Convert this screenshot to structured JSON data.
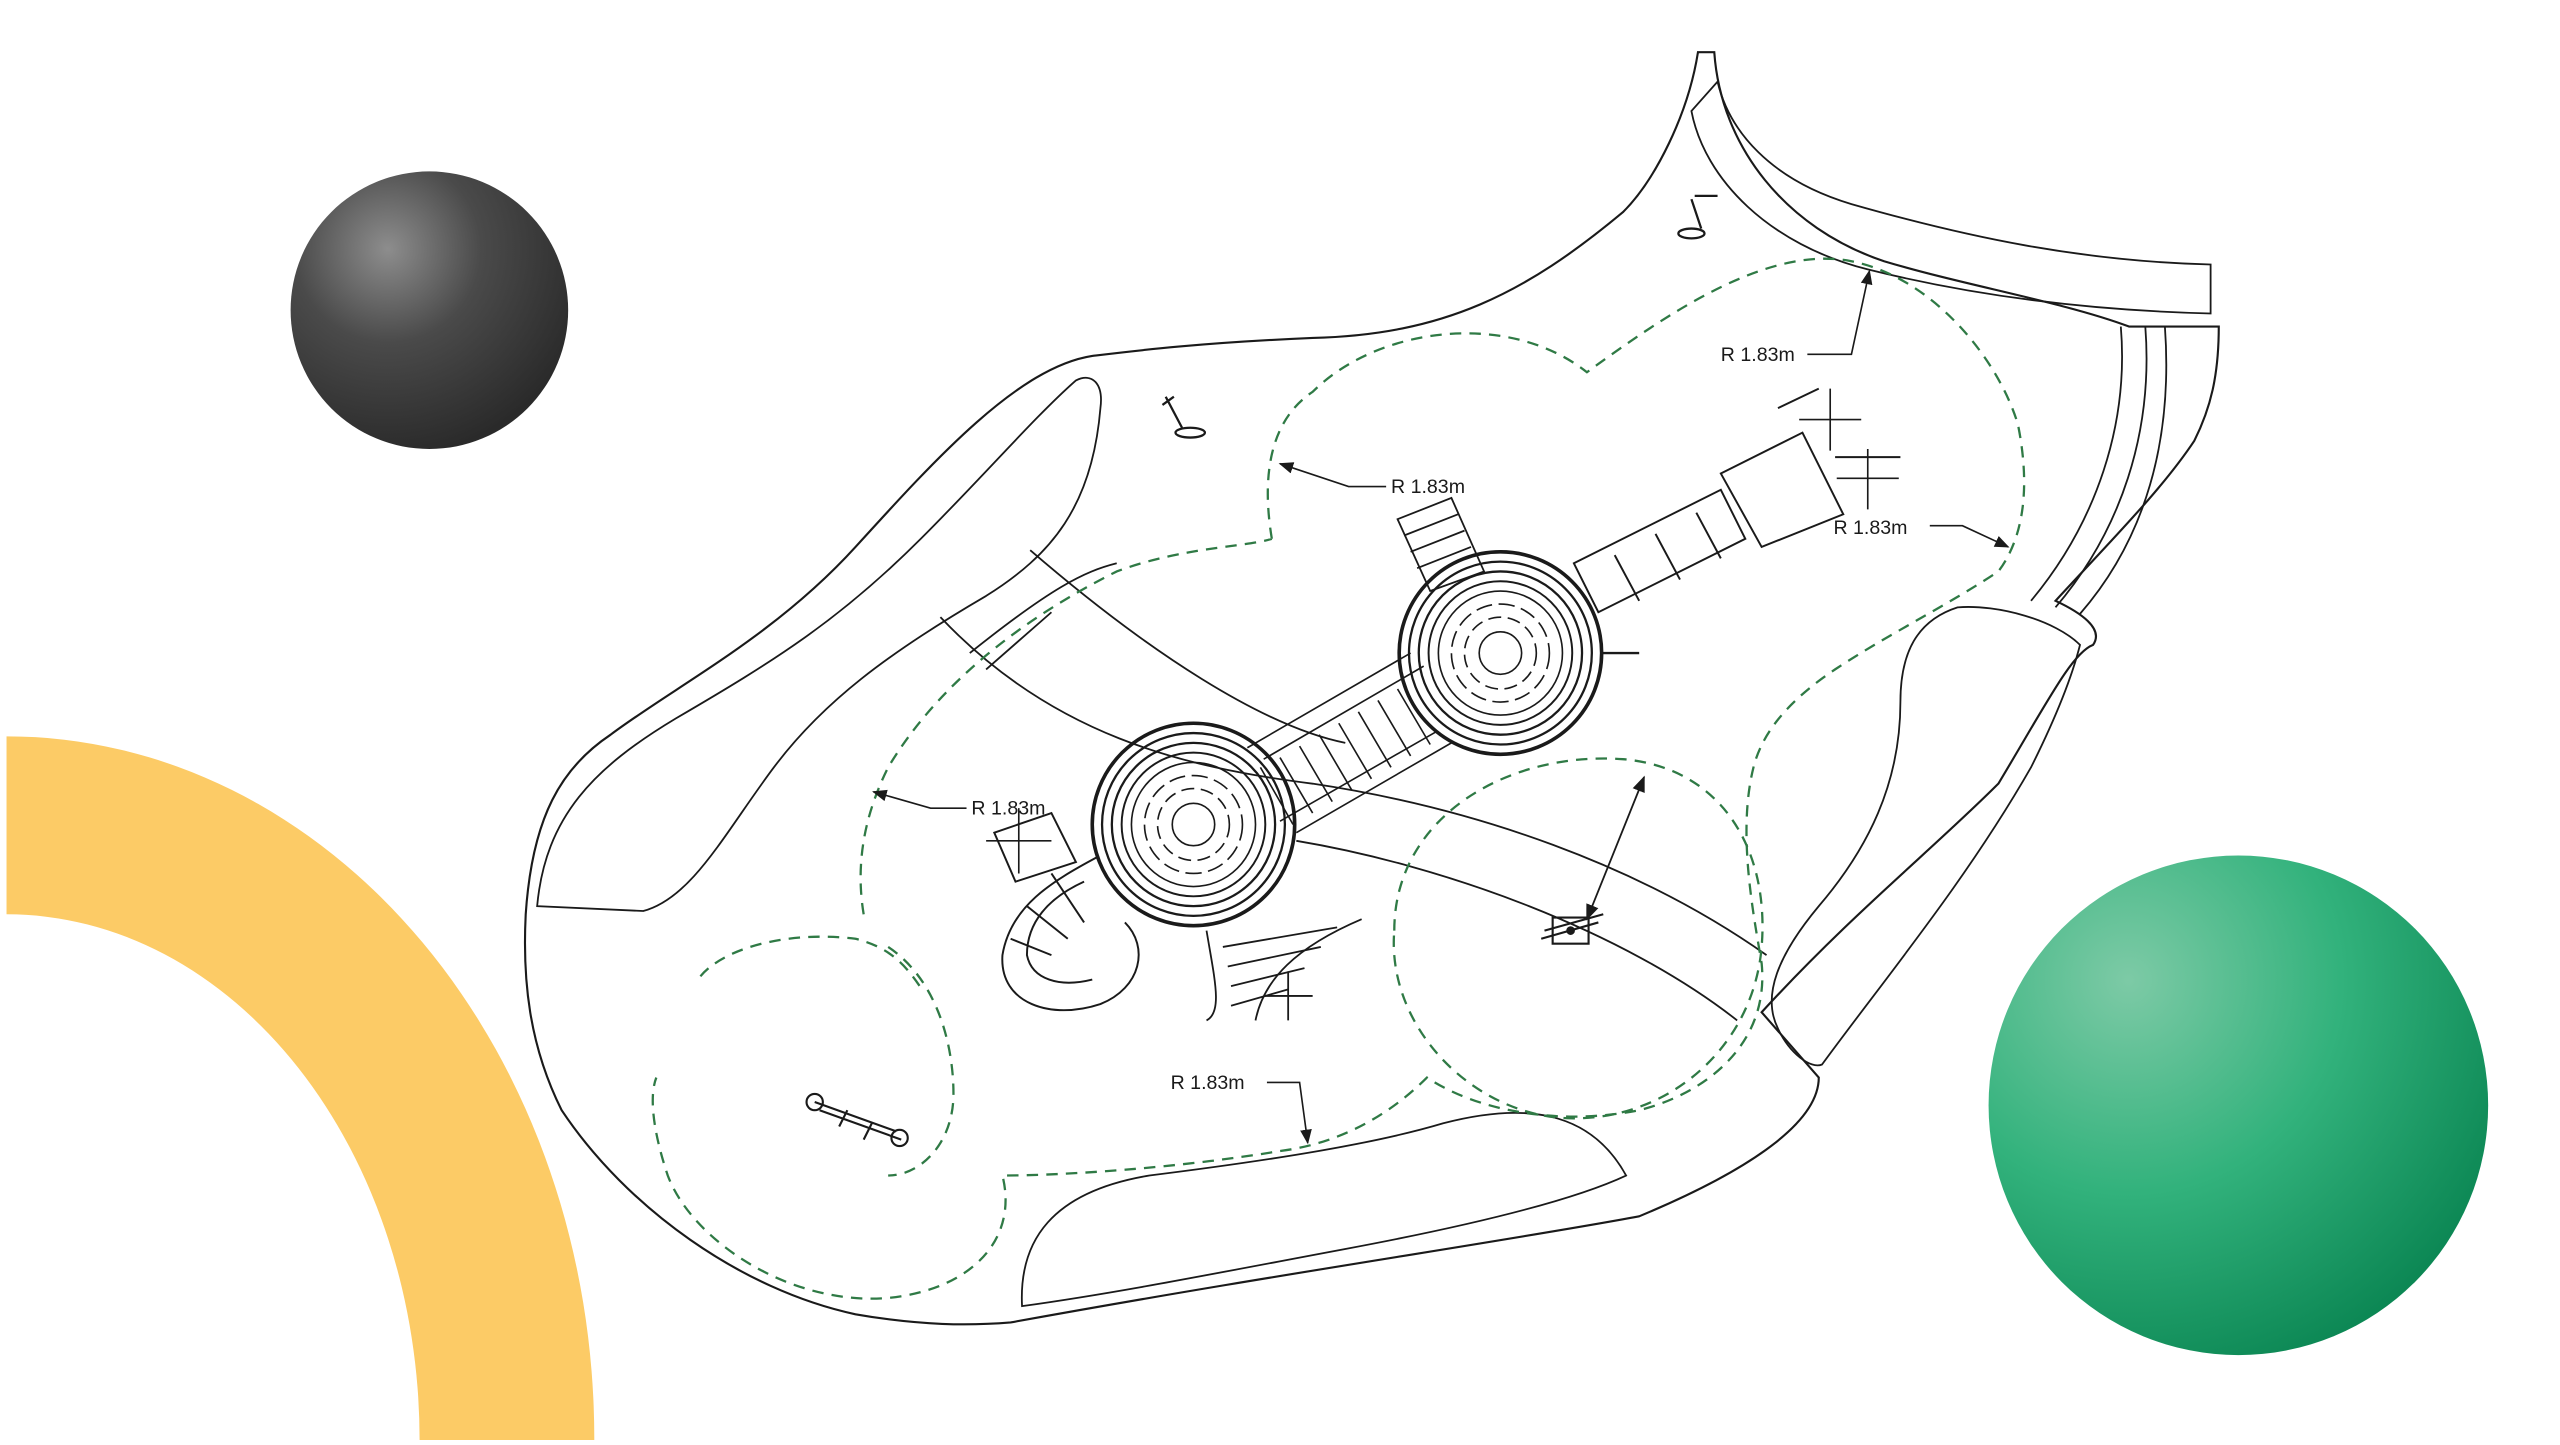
{
  "colors": {
    "background": "#ffffff",
    "line": "#1a1a1a",
    "zone_dash": "#2f7a45",
    "accent_yellow": "#fccb66",
    "sphere_green": "#2aa872",
    "sphere_dark": "#3c3c3c"
  },
  "dimensions": {
    "top_right": "R 1.83m",
    "upper_middle": "R 1.83m",
    "right": "R 1.83m",
    "left": "R 1.83m",
    "bottom": "R 1.83m"
  },
  "icons": [
    "spring-rider-icon",
    "spring-rider-icon",
    "seesaw-icon",
    "net-climber-icon"
  ]
}
